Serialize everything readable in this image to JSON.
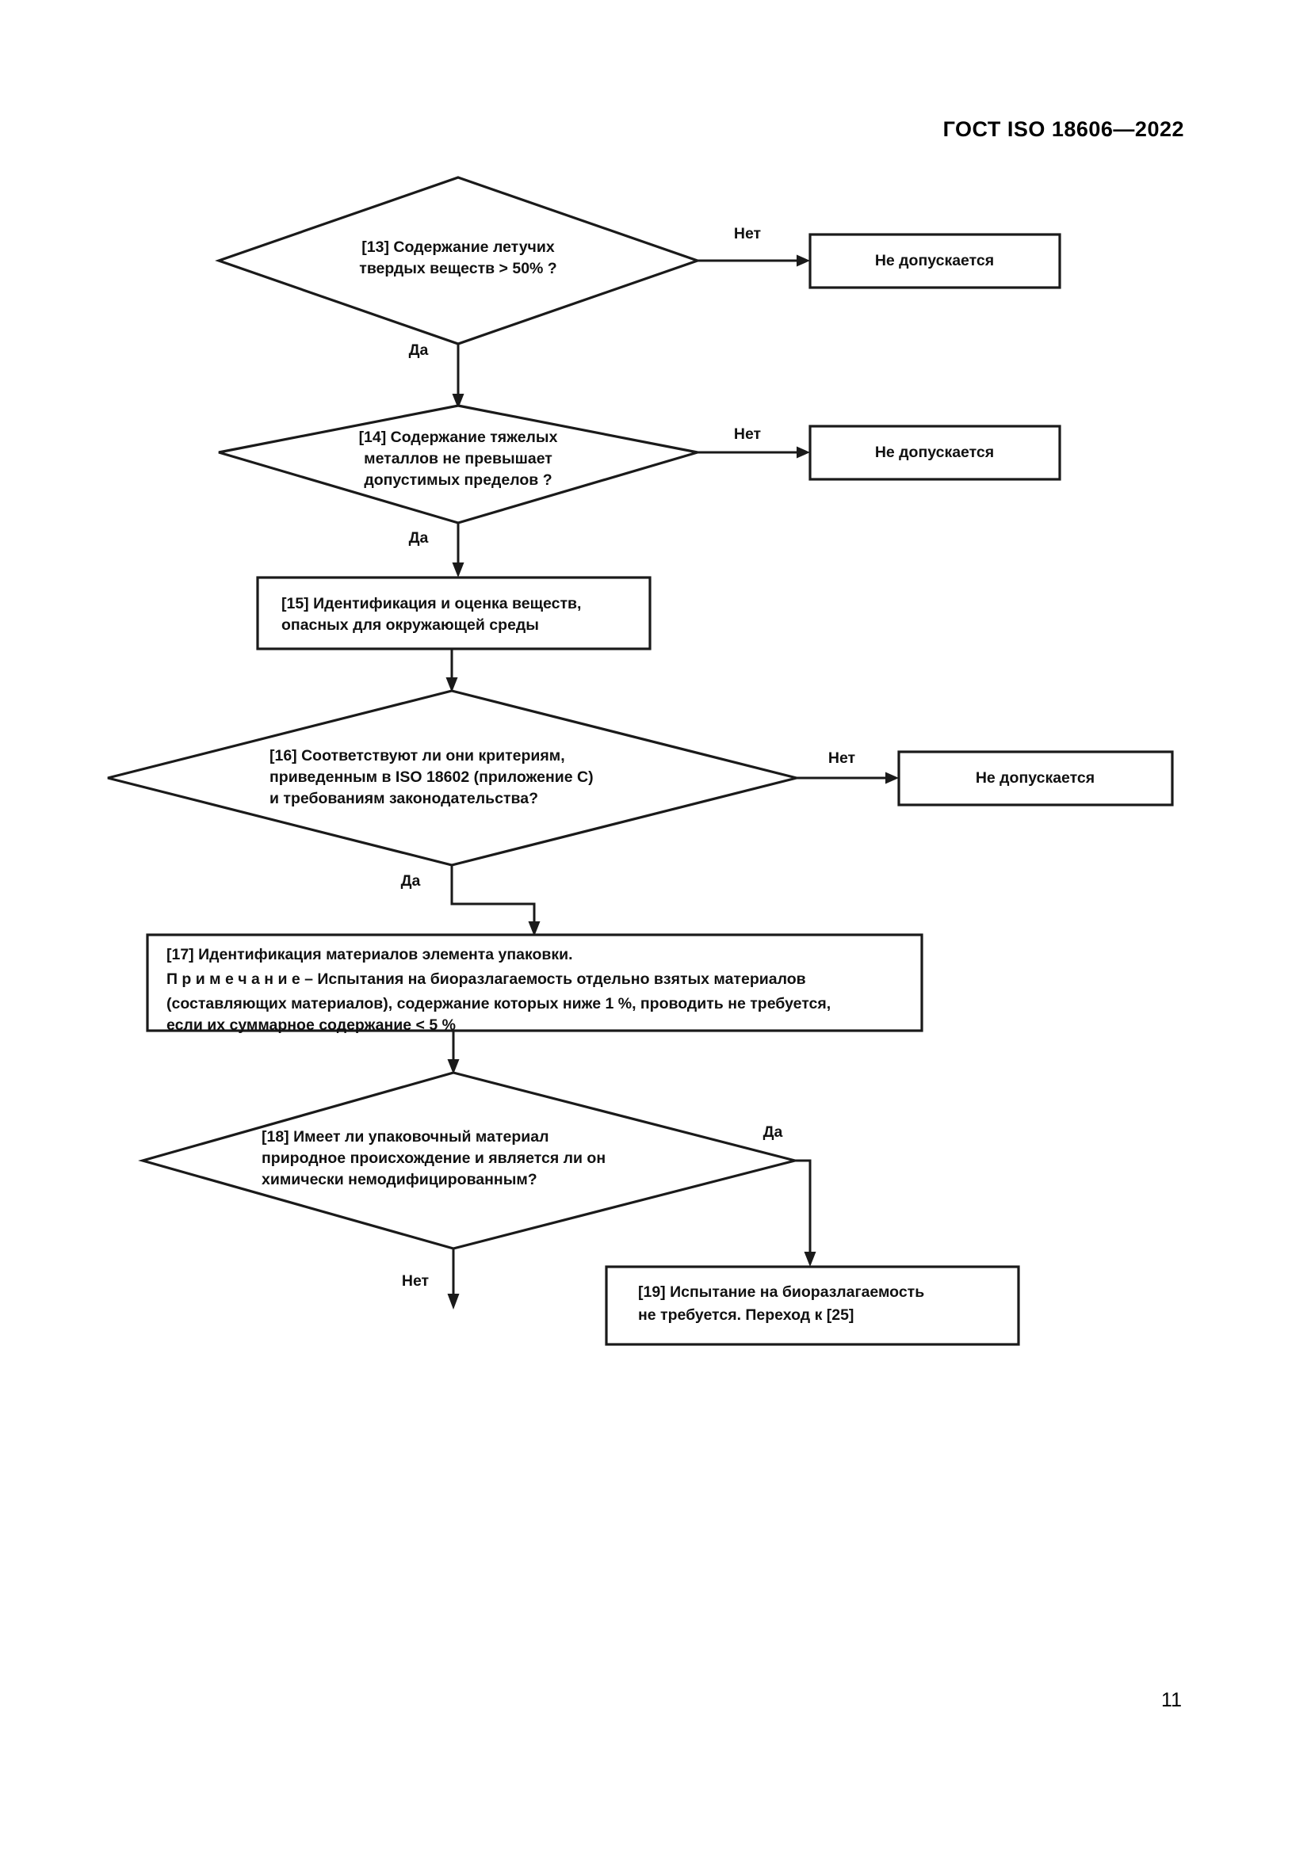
{
  "document": {
    "header": "ГОСТ  ISO 18606—2022",
    "page_number": "11"
  },
  "chart_data": {
    "type": "diagram",
    "title": "Схема оценки биоразлагаемости упаковки",
    "nodes": [
      {
        "id": "13",
        "shape": "decision",
        "lines": [
          "[13] Содержание летучих",
          "твердых веществ > 50% ?"
        ]
      },
      {
        "id": "r13",
        "shape": "process",
        "lines": [
          "Не допускается"
        ]
      },
      {
        "id": "14",
        "shape": "decision",
        "lines": [
          "[14] Содержание тяжелых",
          "металлов не превышает",
          "допустимых пределов ?"
        ]
      },
      {
        "id": "r14",
        "shape": "process",
        "lines": [
          "Не допускается"
        ]
      },
      {
        "id": "15",
        "shape": "process",
        "lines": [
          "[15] Идентификация и оценка веществ,",
          "опасных для окружающей среды"
        ]
      },
      {
        "id": "16",
        "shape": "decision",
        "lines": [
          "[16] Соответствуют ли они критериям,",
          "приведенным в ISO 18602 (приложение C)",
          "и требованиям законодательства?"
        ]
      },
      {
        "id": "r16",
        "shape": "process",
        "lines": [
          "Не допускается"
        ]
      },
      {
        "id": "17",
        "shape": "process",
        "lines": [
          "[17] Идентификация материалов элемента упаковки.",
          "П р и м е ч а н и е – Испытания на биоразлагаемость отдельно взятых материалов",
          "(составляющих материалов), содержание которых ниже 1 %, проводить не требуется,",
          "если их суммарное содержание < 5 %"
        ]
      },
      {
        "id": "18",
        "shape": "decision",
        "lines": [
          "[18] Имеет ли упаковочный материал",
          "природное происхождение и является ли он",
          "химически немодифицированным?"
        ]
      },
      {
        "id": "19",
        "shape": "process",
        "lines": [
          "[19] Испытание на биоразлагаемость",
          "не требуется. Переход к [25]"
        ]
      }
    ],
    "edge_labels": {
      "no_13": "Нет",
      "yes_13": "Да",
      "no_14": "Нет",
      "yes_14": "Да",
      "no_16": "Нет",
      "yes_16": "Да",
      "yes_18": "Да",
      "no_18": "Нет"
    },
    "colors": {
      "stroke": "#1a1a1a",
      "fill": "#ffffff",
      "text": "#111111"
    }
  }
}
